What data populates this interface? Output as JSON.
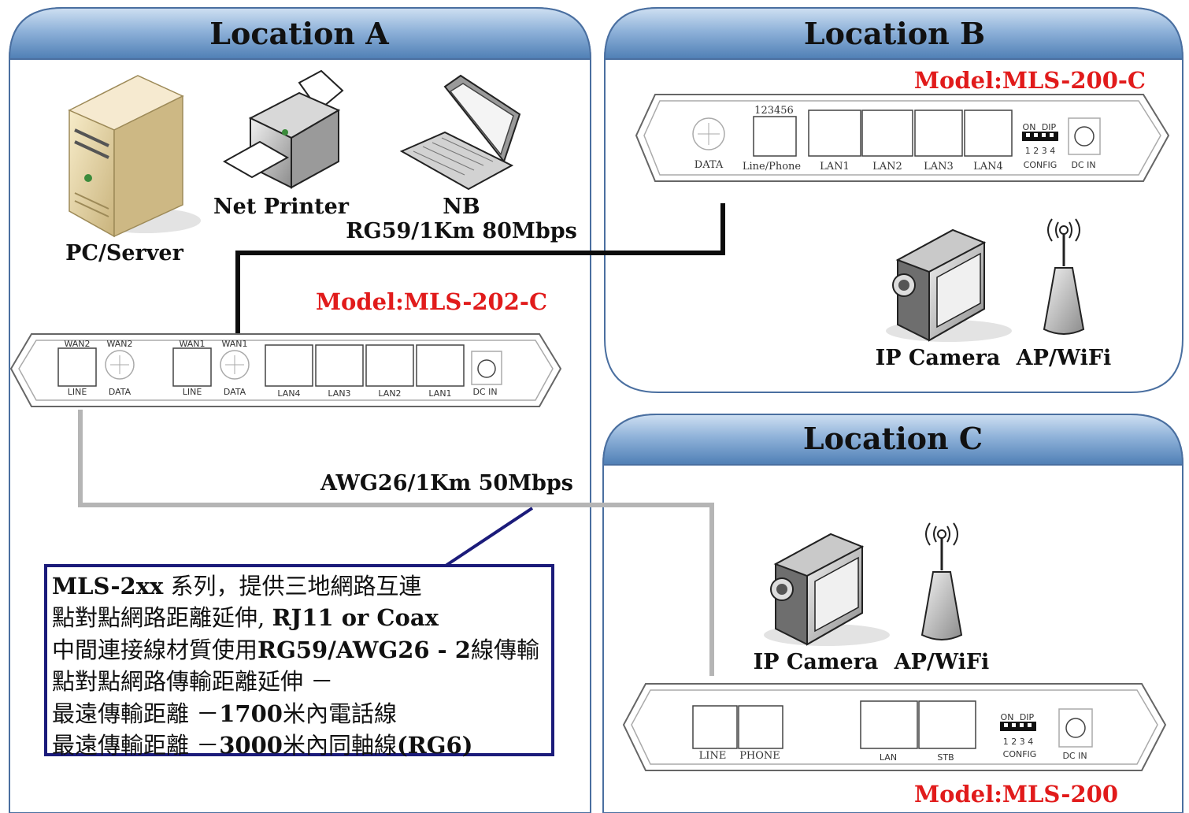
{
  "location_a": {
    "title": "Location A",
    "devices": {
      "pc": "PC/Server",
      "printer": "Net Printer",
      "nb": "NB"
    },
    "model": "Model:MLS-202-C",
    "ports": {
      "wan2_top_1": "WAN2",
      "wan2_top_2": "WAN2",
      "wan1_top_1": "WAN1",
      "wan1_top_2": "WAN1",
      "line1": "LINE",
      "data1": "DATA",
      "line2": "LINE",
      "data2": "DATA",
      "lan4": "LAN4",
      "lan3": "LAN3",
      "lan2": "LAN2",
      "lan1": "LAN1",
      "dcin": "DC IN"
    }
  },
  "location_b": {
    "title": "Location B",
    "model": "Model:MLS-200-C",
    "ports": {
      "top": "123456",
      "on": "ON",
      "dip": "DIP",
      "dip_nums": "1 2 3 4",
      "data": "DATA",
      "line_phone": "Line/Phone",
      "lan1": "LAN1",
      "lan2": "LAN2",
      "lan3": "LAN3",
      "lan4": "LAN4",
      "config": "CONFIG",
      "dcin": "DC IN"
    },
    "devices": {
      "camera": "IP Camera",
      "wifi": "AP/WiFi"
    }
  },
  "location_c": {
    "title": "Location C",
    "model": "Model:MLS-200",
    "devices": {
      "camera": "IP Camera",
      "wifi": "AP/WiFi"
    },
    "ports": {
      "on": "ON",
      "dip": "DIP",
      "dip_nums": "1 2 3 4",
      "line": "LINE",
      "phone": "PHONE",
      "lan": "LAN",
      "stb": "STB",
      "config": "CONFIG",
      "dcin": "DC IN"
    }
  },
  "links": {
    "rg59": "RG59/1Km 80Mbps",
    "awg26": "AWG26/1Km 50Mbps"
  },
  "note": {
    "lines": [
      [
        "MLS-2xx",
        " 系列，提供三地網路互連"
      ],
      [
        "點對點網路距離延伸, ",
        "RJ11 or Coax"
      ],
      [
        "中間連接線材質使用",
        "RG59/AWG26 - 2",
        "線傳輸"
      ],
      [
        "點對點網路傳輸距離延伸 －"
      ],
      [
        "最遠傳輸距離 －",
        "1700",
        "米內電話線"
      ],
      [
        "最遠傳輸距離 －",
        "3000",
        "米內同軸線",
        "(RG6)"
      ]
    ]
  },
  "colors": {
    "header_top": "#a9c5e6",
    "header_bottom": "#5d8bbf",
    "model_red": "#e11b1b",
    "note_border": "#1b1b7a"
  }
}
